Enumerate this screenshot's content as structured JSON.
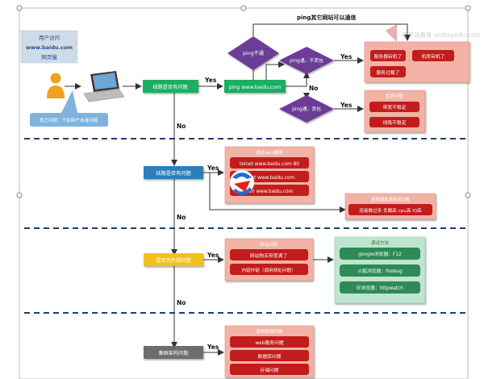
{
  "diagram": {
    "user_box": {
      "line1": "用户访问",
      "line2": "www.baidu.com",
      "line3": "网页慢"
    },
    "other_issue": "其它问题：个别用户自身问题",
    "node_line1": "线路是否有问题",
    "node_ping": "ping www.baidu.com",
    "diamond_ping_fail": "ping不通",
    "diamond_ping_ok_noloss": "ping通，不丢包",
    "diamond_ping_ok_loss": "ping通，丢包",
    "ping_other_sites": "ping其它网站可以通信",
    "group_server": {
      "items": [
        "服务器宕机了",
        "机房宕机了",
        "服务过载了"
      ]
    },
    "group_room": {
      "title": "机房问题",
      "items": [
        "带宽不稳定",
        "线路不稳定"
      ]
    },
    "node_line2": "线路是否有问题",
    "group_web": {
      "title": "测试web服务",
      "items": [
        "telnet www.baidu.com 80",
        "wget www.baidu.com",
        "curl www.baidu.com"
      ]
    },
    "group_overload": {
      "title": "服务器资源是否过载",
      "text": "连接数过多  负载高  cpu高  IO高"
    },
    "node_external": "是否为外部问题",
    "group_site": {
      "title": "网站问题",
      "items": [
        "网站购买带宽满了",
        "内链外链（调用网址问题）"
      ]
    },
    "group_debug": {
      "title": "调试方法",
      "items": [
        "google浏览器：F12",
        "火狐浏览器：firebug",
        "IE浏览器：httpwatch"
      ]
    },
    "node_cluster": "集群架构问题",
    "group_arch": {
      "title": "架构层面问题",
      "items": [
        "web服务问题",
        "数据库问题",
        "存储问题"
      ]
    },
    "yes": "Yes",
    "no": "No",
    "watermark": "老男孩教育 oldboyedu.com"
  },
  "colors": {
    "green": "#1fae63",
    "blue": "#2e7fb8",
    "yellow": "#f2c21b",
    "gray": "#6d6d6d",
    "diamond": "#6a3d96",
    "redbtn": "#c21c1c",
    "redpanel": "#f2b3a6",
    "greenbtn": "#2e8a57",
    "greenpanel": "#bfe4cf",
    "userbox": "#cfdbe9",
    "callout": "#7fb3de"
  }
}
